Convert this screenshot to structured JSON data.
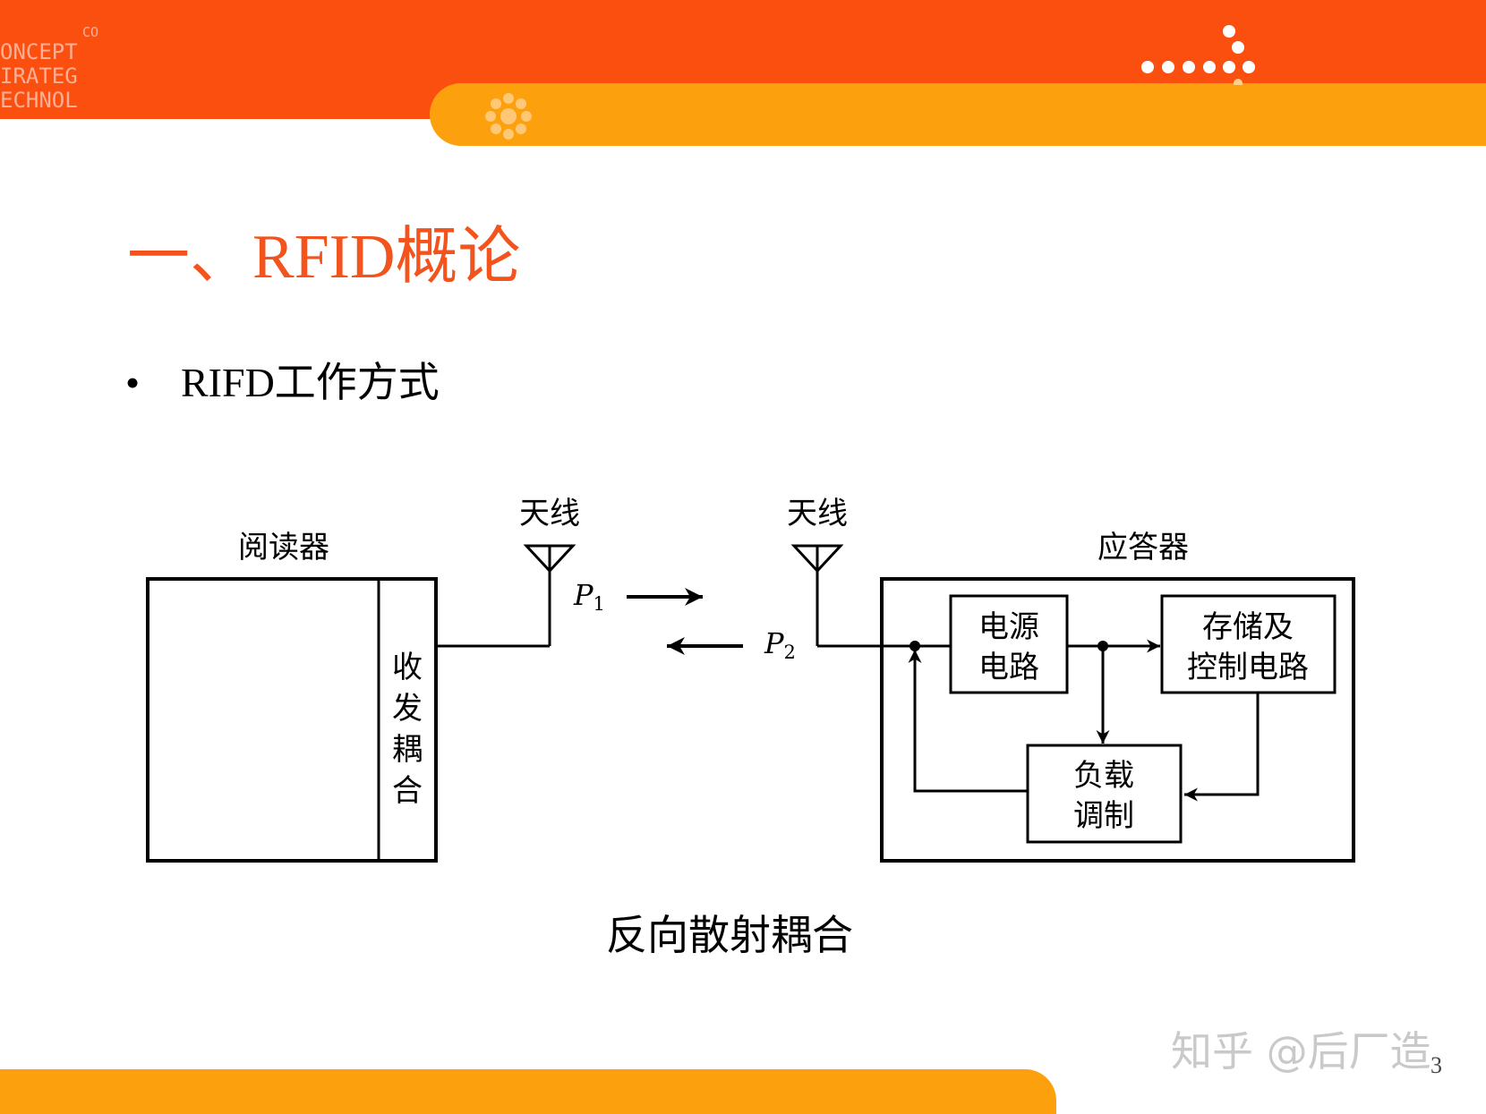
{
  "slide": {
    "title": "一、RFID概论",
    "bullet": "RIFD工作方式",
    "bullet_marker": "•",
    "caption": "反向散射耦合",
    "page_number": "3",
    "watermark": "知乎 @后厂造"
  },
  "header": {
    "logo_lines": [
      "ONCEPT",
      "IRATEG",
      "ECHNOL"
    ],
    "logo_small": "CO",
    "colors": {
      "top_bar": "#fb4f10",
      "strip": "#fda00e",
      "title": "#f3531c"
    }
  },
  "diagram": {
    "reader_label": "阅读器",
    "coupler_label": [
      "收",
      "发",
      "耦",
      "合"
    ],
    "antenna_left_label": "天线",
    "antenna_right_label": "天线",
    "tag_label": "应答器",
    "p1_label": "P",
    "p1_sub": "1",
    "p2_label": "P",
    "p2_sub": "2",
    "power_circuit": [
      "电源",
      "电路"
    ],
    "storage_control": [
      "存储及",
      "控制电路"
    ],
    "load_modulation": [
      "负载",
      "调制"
    ]
  }
}
